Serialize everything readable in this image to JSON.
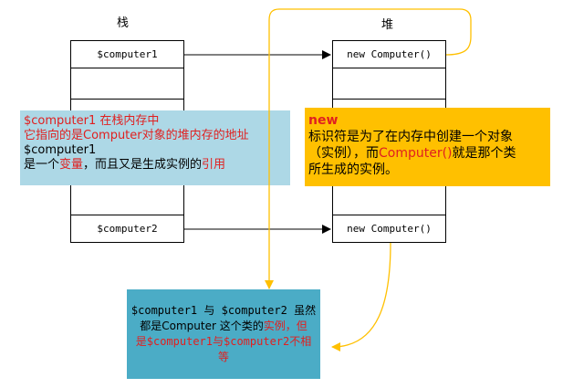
{
  "stack": {
    "title": "栈",
    "cell1": "$computer1",
    "cell2": "$computer2"
  },
  "heap": {
    "title": "堆",
    "cell1": "new Computer()",
    "cell2": "new Computer()"
  },
  "note_stack": {
    "line1": "$computer1 在栈内存中",
    "line2": "它指向的是Computer对象的堆内存的地址",
    "line3": "$computer1",
    "line4_a": "是一个",
    "line4_b": "变量",
    "line4_c": "，而且又是生成实例的",
    "line4_d": "引用"
  },
  "note_new": {
    "keyword": "new",
    "line2": "标识符是为了在内存中创建一个对象",
    "line3_a": "（实例），而",
    "line3_b": "Computer()",
    "line3_c": "就是那个类",
    "line4": "所生成的实例。"
  },
  "note_bottom": {
    "line1": "$computer1 与 $computer2 虽然",
    "line2_a": "都是Computer 这个类的",
    "line2_b": "实例",
    "line2_c": "，但",
    "line3": "是$computer1与$computer2不相",
    "line4": "等"
  },
  "colors": {
    "stack_note_bg": "#add8e6",
    "new_note_bg": "#ffc000",
    "bottom_note_bg": "#4bacc6",
    "accent_red": "#e02020",
    "curve": "#ffc000"
  }
}
